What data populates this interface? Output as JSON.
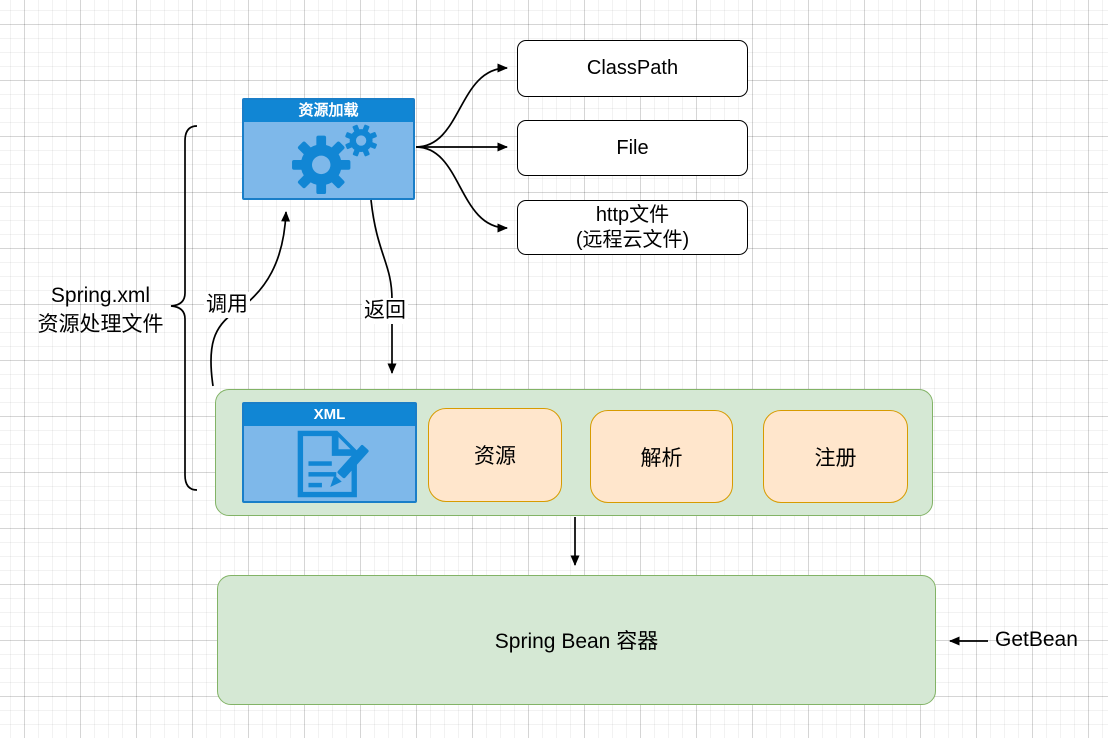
{
  "diagram": {
    "loader": {
      "header": "资源加载",
      "icon": "gears-icon"
    },
    "targets": [
      {
        "lines": [
          "ClassPath"
        ]
      },
      {
        "lines": [
          "File"
        ]
      },
      {
        "lines": [
          "http文件",
          "(远程云文件)"
        ]
      }
    ],
    "left_note": {
      "line1": "Spring.xml",
      "line2": "资源处理文件"
    },
    "edge_labels": {
      "call": "调用",
      "return": "返回",
      "getbean": "GetBean"
    },
    "xml_container": {
      "xml_box": {
        "header": "XML",
        "icon": "document-pen-icon"
      },
      "steps": [
        {
          "label": "资源"
        },
        {
          "label": "解析"
        },
        {
          "label": "注册"
        }
      ]
    },
    "bean_container": {
      "label": "Spring Bean 容器"
    },
    "colors": {
      "header-blue": "#1186d4",
      "body-blue": "#7eb8ea",
      "blue-border": "#1a7ec8",
      "icon-blue": "#1186d4",
      "green-fill": "#d5e8d4",
      "green-border": "#82b366",
      "orange-fill": "#ffe6cc",
      "orange-border": "#d79b00",
      "line-black": "#000000"
    }
  }
}
